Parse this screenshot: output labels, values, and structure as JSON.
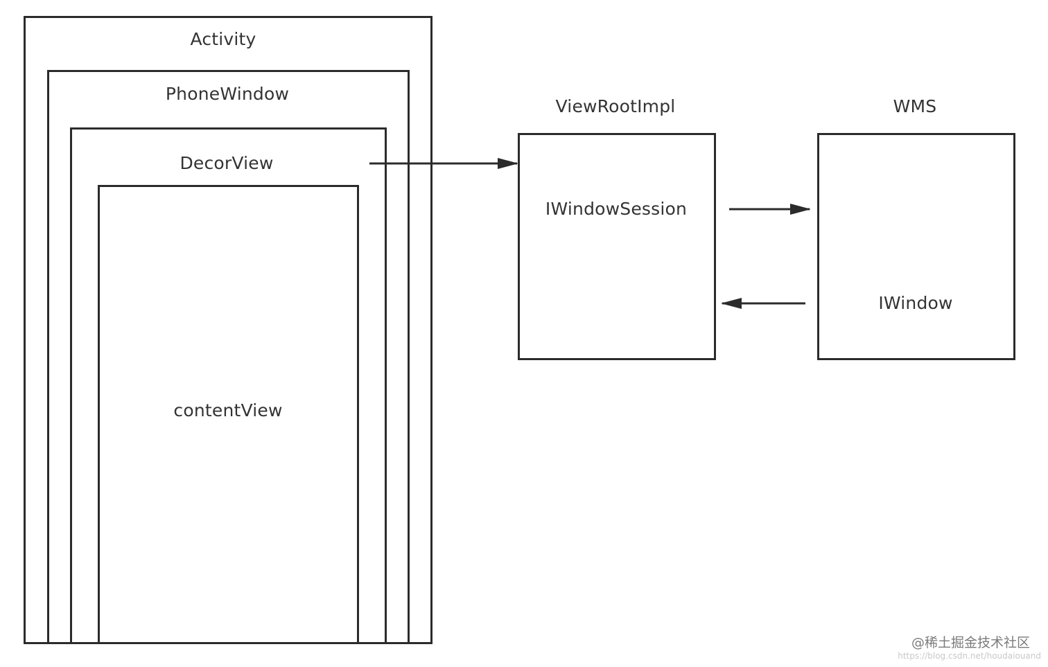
{
  "diagram": {
    "nodes": {
      "activity": "Activity",
      "phone_window": "PhoneWindow",
      "decor_view": "DecorView",
      "content_view": "contentView",
      "view_root_impl": "ViewRootImpl",
      "iwindow_session": "IWindowSession",
      "wms": "WMS",
      "iwindow": "IWindow"
    },
    "edges": [
      {
        "from": "decor_view",
        "to": "view_root_impl"
      },
      {
        "from": "iwindow_session",
        "to": "wms"
      },
      {
        "from": "iwindow",
        "to": "iwindow_session"
      }
    ],
    "colors": {
      "stroke": "#2b2b2b",
      "text": "#333333",
      "background": "#ffffff"
    }
  },
  "watermark": {
    "text": "@稀土掘金技术社区",
    "url": "https://blog.csdn.net/houdaiouand"
  }
}
